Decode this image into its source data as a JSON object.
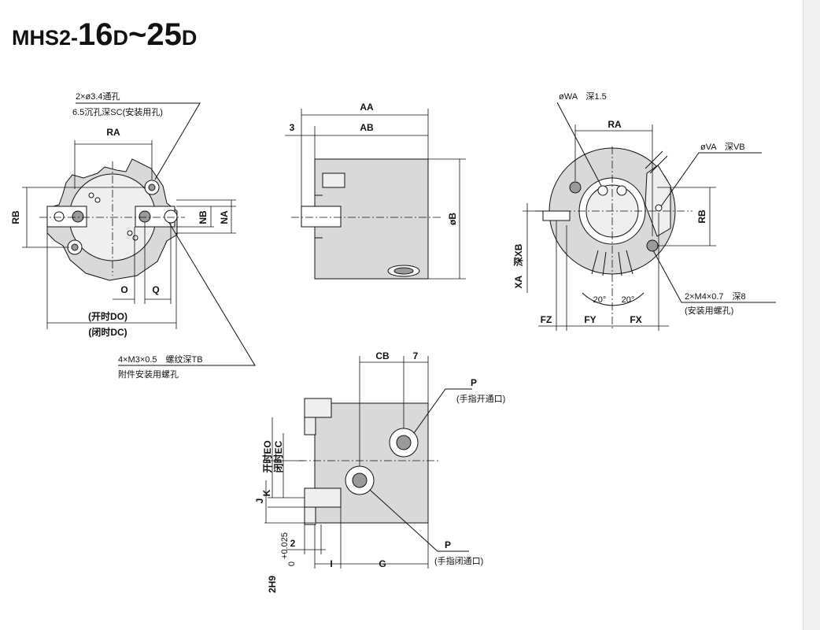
{
  "title": {
    "model": "MHS2-",
    "size_from": "16",
    "suffix_from": "D",
    "separator": "~",
    "size_to": "25",
    "suffix_to": "D"
  },
  "front_view": {
    "callout_thru_hole": "2×ø3.4通孔",
    "callout_counterbore": "6.5沉孔深SC(安装用孔)",
    "label_ra": "RA",
    "label_rb": "RB",
    "label_nb": "NB",
    "label_na": "NA",
    "label_o": "O",
    "label_q": "Q",
    "label_do": "(开时DO)",
    "label_dc": "(闭时DC)",
    "callout_tapped": "4×M3×0.5　螺纹深TB",
    "callout_tapped_note": "附件安装用螺孔"
  },
  "side_view": {
    "label_aa": "AA",
    "label_ab": "AB",
    "label_3": "3",
    "label_b": "øB"
  },
  "rear_view": {
    "label_wa": "øWA　深1.5",
    "label_ra": "RA",
    "label_va": "øVA　深VB",
    "label_rb": "RB",
    "label_xa": "XA　深XB",
    "angle_1": "20°",
    "angle_2": "20°",
    "callout_mount": "2×M4×0.7　深8",
    "callout_mount_note": "(安装用螺孔)",
    "label_fz": "FZ",
    "label_fy": "FY",
    "label_fx": "FX"
  },
  "bottom_view": {
    "label_cb": "CB",
    "label_7": "7",
    "port_open": "P",
    "port_open_note": "(手指开通口)",
    "port_close": "P",
    "port_close_note": "(手指闭通口)",
    "label_eo": "开时EO",
    "label_ec": "闭时EC",
    "label_j": "J",
    "label_k": "K",
    "label_2": "2",
    "label_2h9": "2H9",
    "label_tol_upper": "+0.025",
    "label_tol_lower": "0",
    "label_i": "I",
    "label_g": "G"
  }
}
